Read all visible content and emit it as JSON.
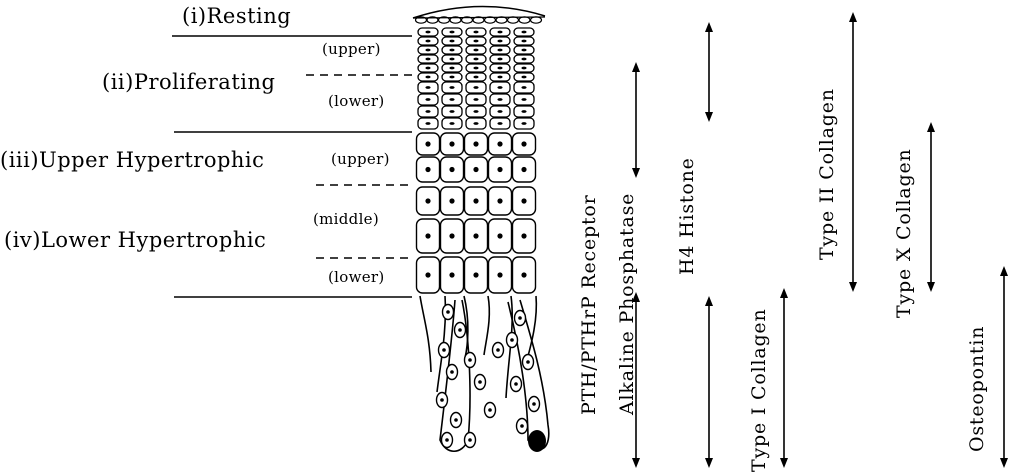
{
  "zones": [
    {
      "id": "resting",
      "label": "(i)Resting"
    },
    {
      "id": "proliferating",
      "label": "(ii)Proliferating"
    },
    {
      "id": "upper-hypertrophic",
      "label": "(iii)Upper  Hypertrophic"
    },
    {
      "id": "lower-hypertrophic",
      "label": "(iv)Lower  Hypertrophic"
    }
  ],
  "subzones": {
    "prolif_upper": "(upper)",
    "prolif_lower": "(lower)",
    "uh_upper": "(upper)",
    "lh_middle": "(middle)",
    "lh_lower": "(lower)"
  },
  "markers": [
    {
      "id": "pth-receptor",
      "label": "PTH/PTHrP  Receptor"
    },
    {
      "id": "alkaline-phosphatase",
      "label": "Alkaline  Phosphatase"
    },
    {
      "id": "h4-histone",
      "label": "H4  Histone"
    },
    {
      "id": "type-i-collagen",
      "label": "Type  I  Collagen"
    },
    {
      "id": "type-ii-collagen",
      "label": "Type  II  Collagen"
    },
    {
      "id": "type-x-collagen",
      "label": "Type  X  Collagen"
    },
    {
      "id": "osteopontin",
      "label": "Osteopontin"
    }
  ],
  "colors": {
    "ink": "#000000",
    "background": "#ffffff"
  }
}
